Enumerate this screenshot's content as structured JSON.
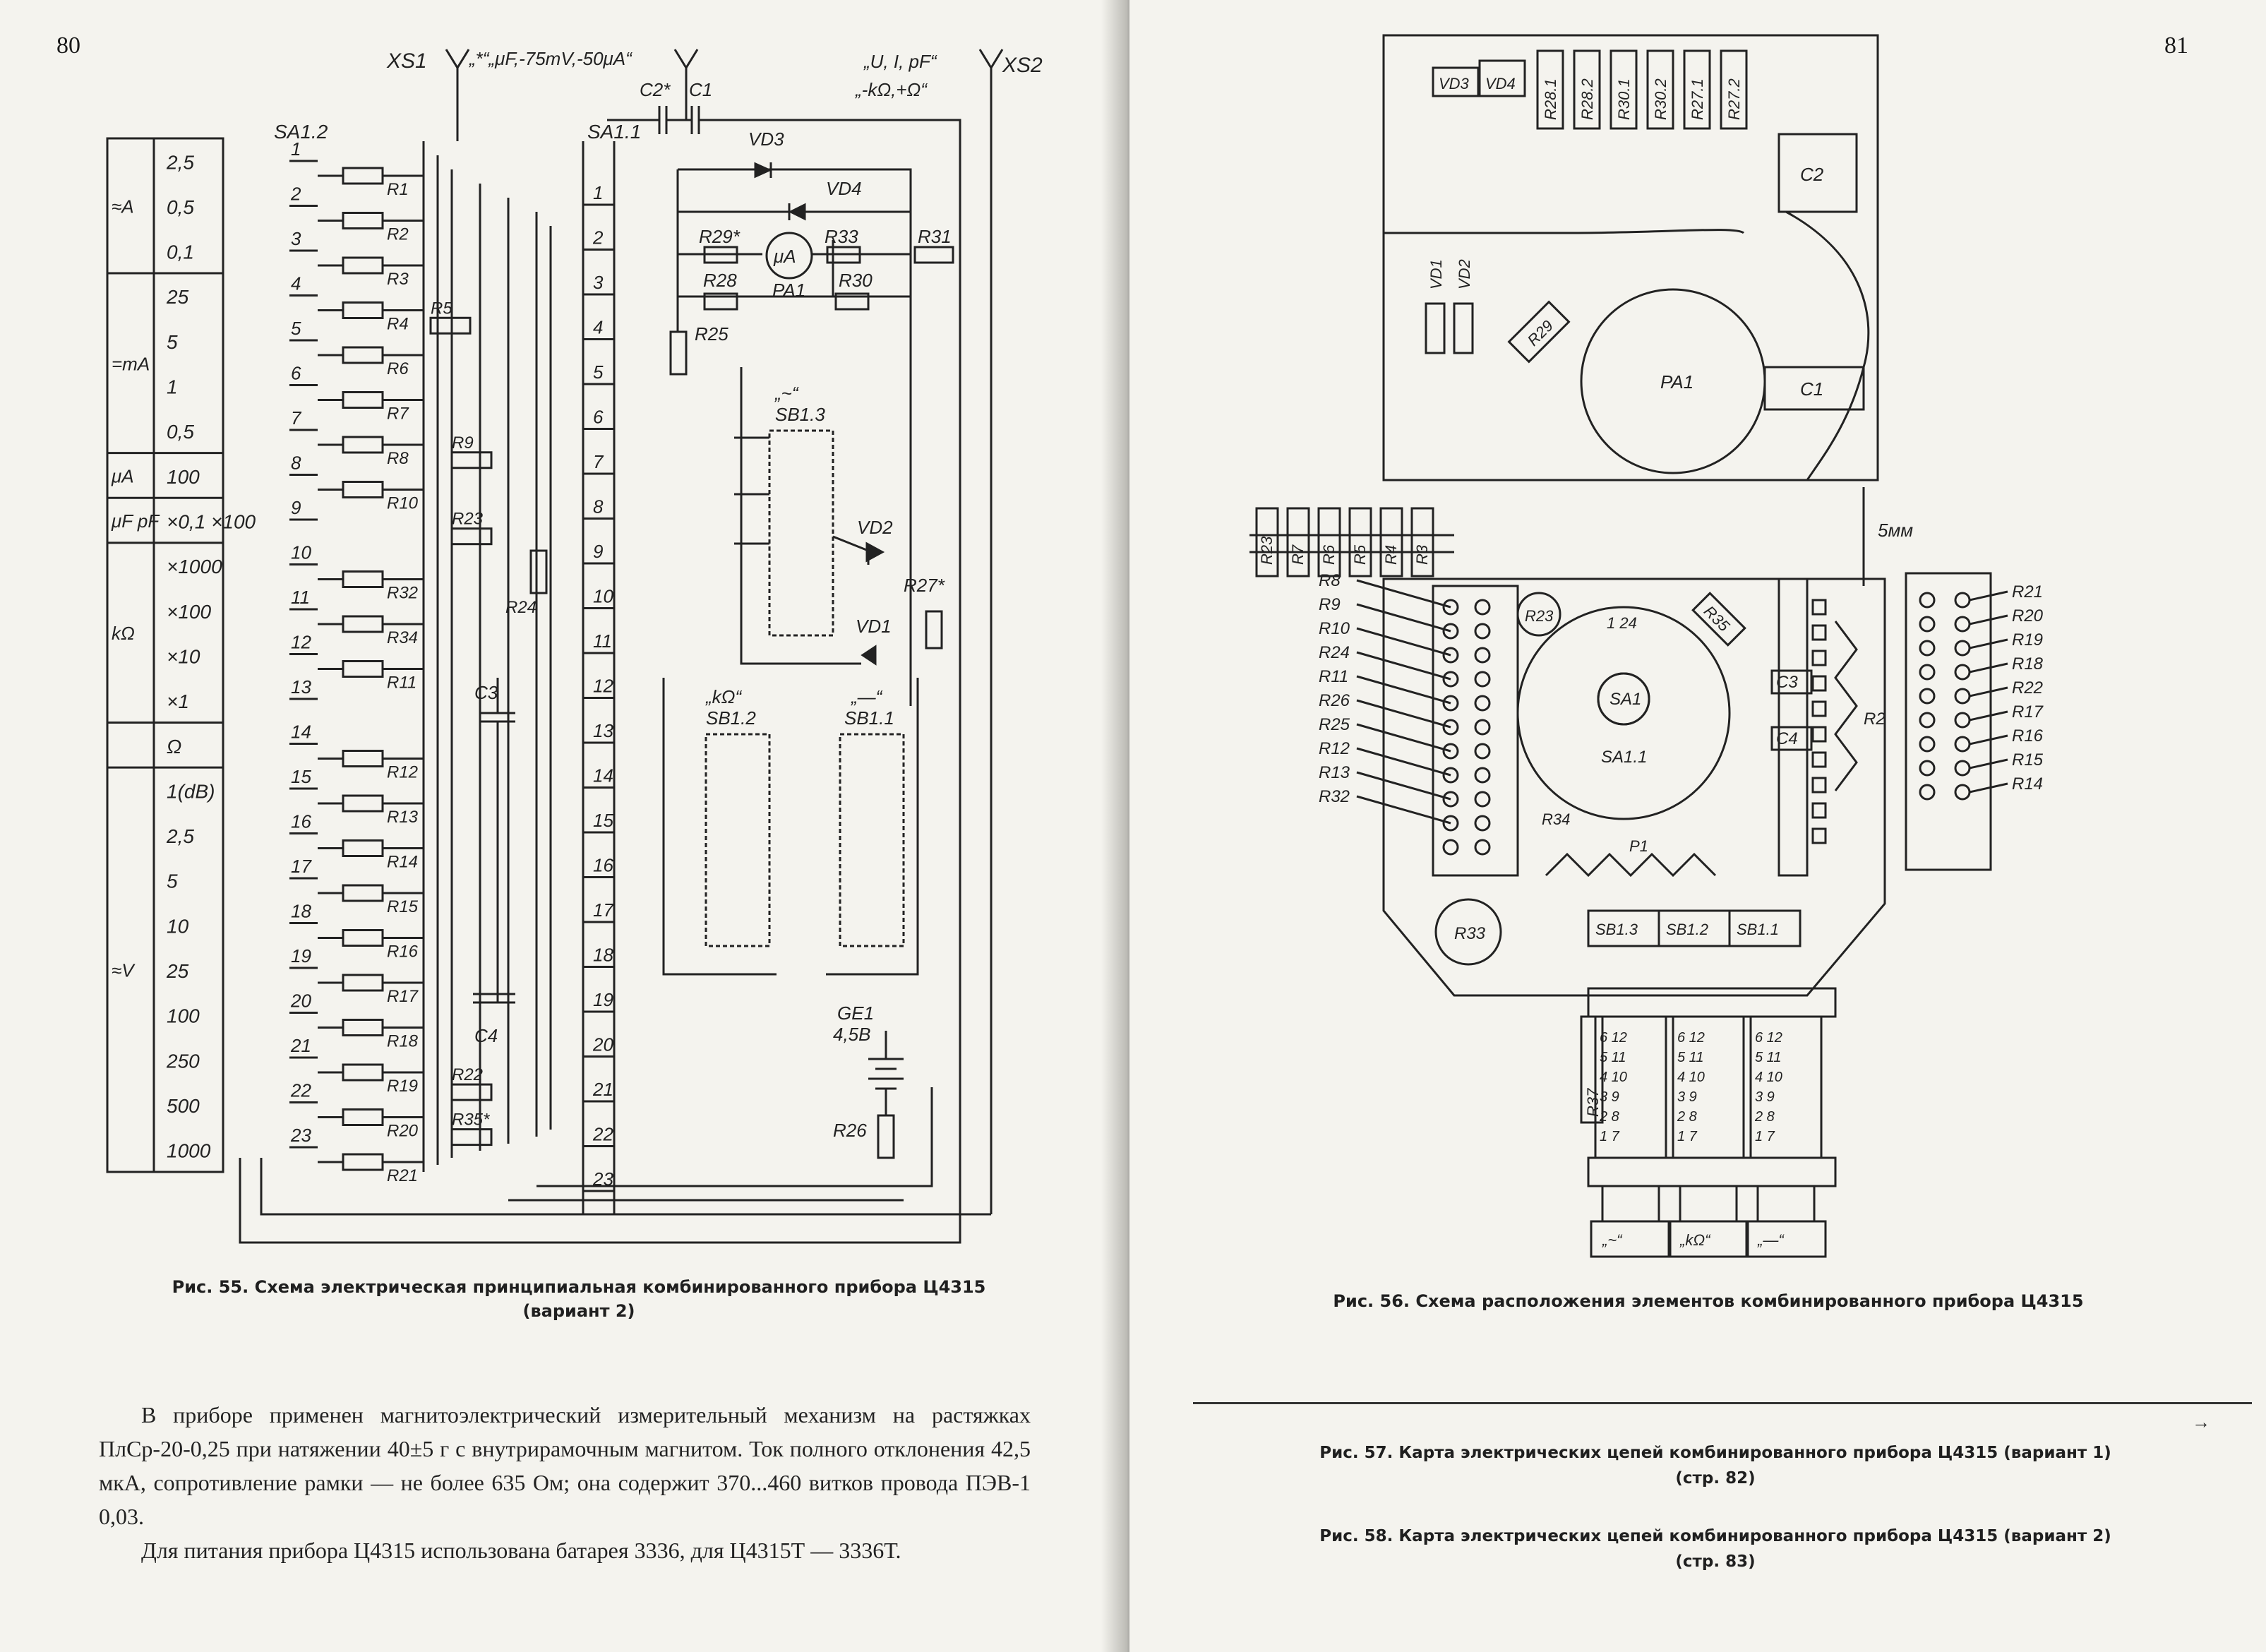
{
  "left_page": {
    "page_number": "80",
    "figure": {
      "caption_line1": "Рис. 55. Схема электрическая принципиальная комбинированного прибора Ц4315",
      "caption_line2": "(вариант 2)",
      "connectors": {
        "xs1": "XS1",
        "xs1_label": "„*“„μF,-75mV,-50μA“",
        "xs2": "XS2",
        "xs2_label1": "„U, I, pF“",
        "xs2_label2": "„-kΩ,+Ω“"
      },
      "switch_left": "SA1.2",
      "switch_right": "SA1.1",
      "caps": [
        "C2*",
        "C1",
        "C3",
        "C4"
      ],
      "ranges_table": [
        {
          "group": "≈A",
          "values": [
            "2,5",
            "0,5",
            "0,1"
          ]
        },
        {
          "group": "=mA",
          "values": [
            "25",
            "5",
            "1",
            "0,5"
          ]
        },
        {
          "group": "μA",
          "values": [
            "100"
          ]
        },
        {
          "group": "μF pF",
          "values": [
            "×0,1 ×100"
          ]
        },
        {
          "group": "kΩ",
          "values": [
            "×1000",
            "×100",
            "×10",
            "×1"
          ]
        },
        {
          "group": "",
          "values": [
            "Ω"
          ]
        },
        {
          "group": "≈V",
          "values": [
            "1(dB)",
            "2,5",
            "5",
            "10",
            "25",
            "100",
            "250",
            "500",
            "1000"
          ]
        }
      ],
      "positions": [
        "1",
        "2",
        "3",
        "4",
        "5",
        "6",
        "7",
        "8",
        "9",
        "10",
        "11",
        "12",
        "13",
        "14",
        "15",
        "16",
        "17",
        "18",
        "19",
        "20",
        "21",
        "22",
        "23"
      ],
      "resistors": [
        "R1",
        "R2",
        "R3",
        "R4",
        "R5",
        "R6",
        "R7",
        "R8",
        "R9",
        "R10",
        "R23",
        "R32",
        "R34",
        "R11",
        "R24",
        "R12",
        "R13",
        "R14",
        "R15",
        "R16",
        "R17",
        "R18",
        "R19",
        "R20",
        "R21",
        "R22",
        "R35*"
      ],
      "right_parts": {
        "vd3": "VD3",
        "vd4": "VD4",
        "r29": "R29*",
        "r33": "R33",
        "r31": "R31",
        "pa1_sym": "μA",
        "pa1": "PA1",
        "r28": "R28",
        "r30": "R30",
        "r25": "R25",
        "sb13_label": "„~“",
        "sb13": "SB1.3",
        "vd2": "VD2",
        "r27": "R27*",
        "vd1": "VD1",
        "sb12_label": "„kΩ“",
        "sb12": "SB1.2",
        "sb11_label": "„—“",
        "sb11": "SB1.1",
        "ge1": "GE1",
        "ge1_v": "4,5В",
        "r26": "R26"
      }
    },
    "paragraphs": [
      "В приборе применен магнитоэлектрический измерительный механизм на растяжках ПлСр-20-0,25 при натяжении 40±5 г с внутрирамочным магнитом. Ток полного отклонения 42,5 мкА, сопротивление рамки — не более 635 Ом; она содержит 370...460 витков провода ПЭВ-1 0,03.",
      "Для питания прибора Ц4315 использована батарея 3336, для Ц4315Т — 3336Т."
    ]
  },
  "right_page": {
    "page_number": "81",
    "figure": {
      "caption": "Рис. 56. Схема расположения элементов комбинированного прибора Ц4315",
      "top_board_parts": [
        "VD3",
        "VD4",
        "R28.1",
        "R28.2",
        "R30.1",
        "R30.2",
        "R27.1",
        "R27.2",
        "C2",
        "VD1",
        "VD2",
        "R29",
        "PA1",
        "C1"
      ],
      "gap_label": "5мм",
      "resistor_strip": [
        "R23",
        "R7",
        "R6",
        "R5",
        "R4",
        "R3"
      ],
      "left_labels": [
        "R8",
        "R9",
        "R10",
        "R24",
        "R11",
        "R26",
        "R25",
        "R12",
        "R13",
        "R32"
      ],
      "right_labels": [
        "R21",
        "R20",
        "R19",
        "R18",
        "R22",
        "R17",
        "R16",
        "R15",
        "R14"
      ],
      "board_parts": {
        "r23": "R23",
        "sa1": "SA1",
        "sa11": "SA1.1",
        "marks": "1 24",
        "r35": "R35",
        "c3": "C3",
        "c4": "C4",
        "r2": "R2",
        "r34": "R34",
        "p1": "P1",
        "r33": "R33",
        "sb13": "SB1.3",
        "sb12": "SB1.2",
        "sb11": "SB1.1"
      },
      "r37": "R37",
      "contact_rows": [
        "6 12",
        "5 11",
        "4 10",
        "3 9",
        "2 8",
        "1 7"
      ],
      "button_labels": [
        "„~“",
        "„kΩ“",
        "„—“"
      ]
    },
    "captions": [
      {
        "line1": "Рис. 57. Карта электрических цепей комбинированного прибора Ц4315 (вариант 1)",
        "line2": "(стр. 82)"
      },
      {
        "line1": "Рис. 58. Карта электрических цепей комбинированного прибора Ц4315 (вариант 2)",
        "line2": "(стр. 83)"
      }
    ]
  }
}
